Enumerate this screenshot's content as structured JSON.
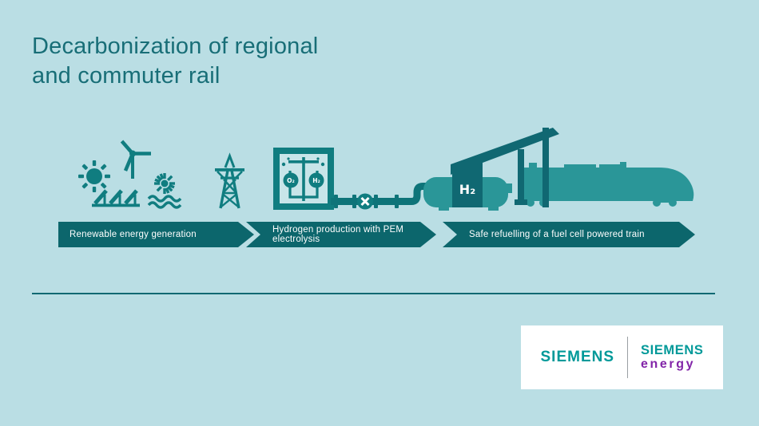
{
  "title": {
    "line1": "Decarbonization of regional",
    "line2": "and commuter rail"
  },
  "process_steps": [
    {
      "label": "Renewable energy generation"
    },
    {
      "label": "Hydrogen production with PEM electrolysis"
    },
    {
      "label": "Safe refuelling of a fuel cell powered train"
    }
  ],
  "illustration": {
    "electrolysis_oxygen_label": "O₂",
    "electrolysis_hydrogen_label": "H₂",
    "station_hydrogen_label": "H₂",
    "icons": [
      "sun",
      "wind-turbine",
      "solar-panels",
      "hydro-turbine",
      "transmission-tower",
      "electrolysis-cell",
      "pipeline-valve",
      "hydrogen-tank",
      "refuelling-station",
      "fuel-cell-train"
    ]
  },
  "footer": {
    "siemens_logo": "SIEMENS",
    "siemens_energy_logo_line1": "SIEMENS",
    "siemens_energy_logo_line2": "energy"
  },
  "colors": {
    "background": "#badee4",
    "title_text": "#186e77",
    "icon_teal": "#107d80",
    "dark_teal": "#106872",
    "train_teal": "#2a9698",
    "arrow_banner": "#0c666c",
    "arrow_text": "#ffffff",
    "siemens_teal": "#009999",
    "energy_purple": "#8224a8",
    "logo_panel": "#ffffff"
  }
}
